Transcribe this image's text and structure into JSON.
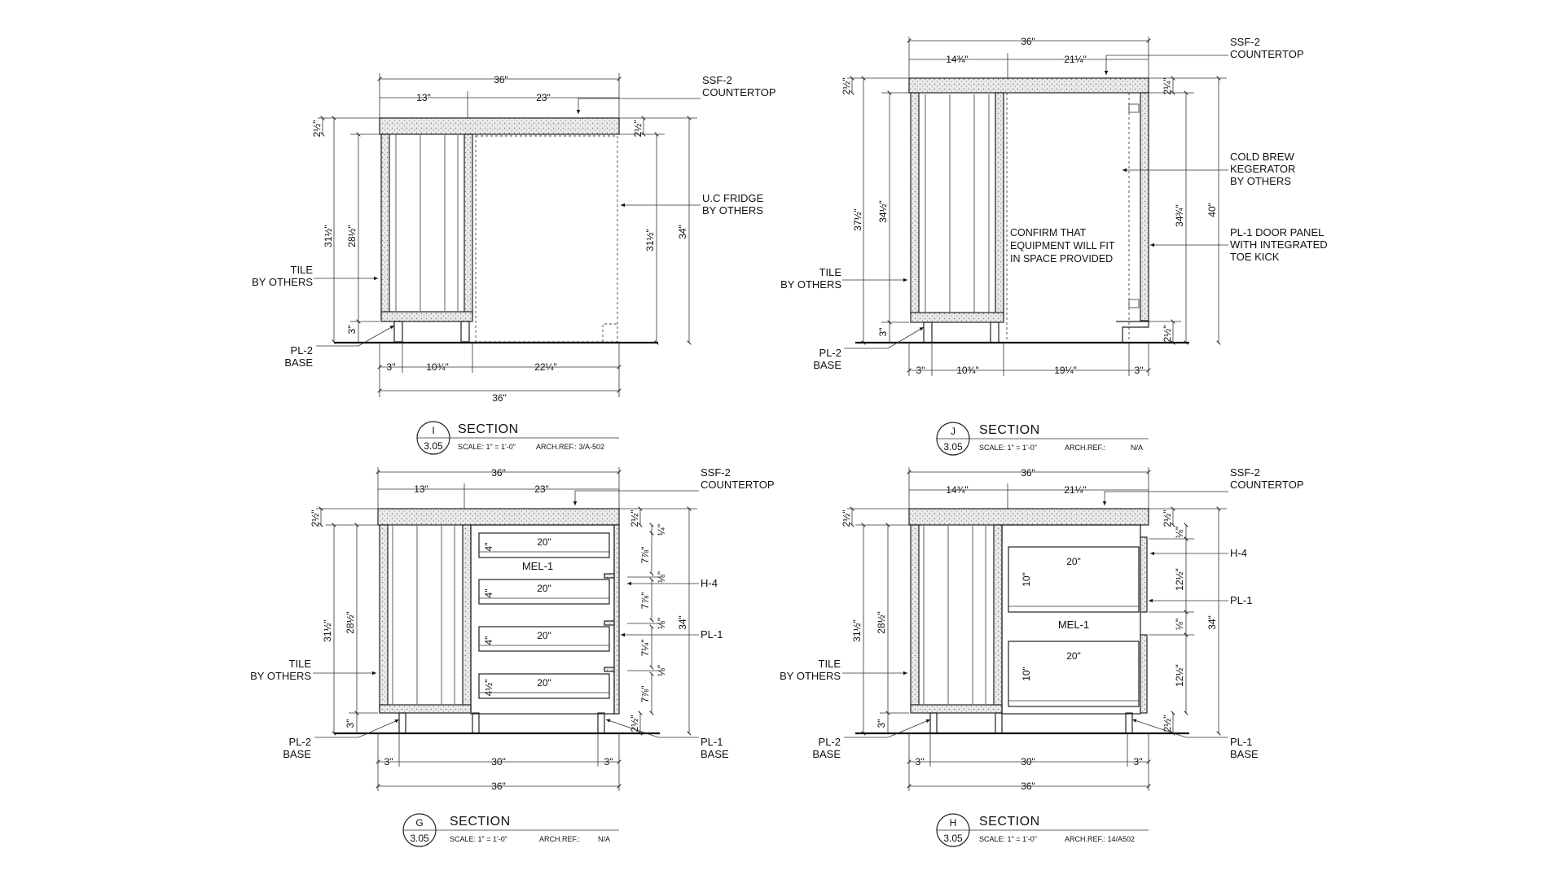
{
  "sections": [
    {
      "bubble_letter": "I",
      "bubble_sheet": "3.05",
      "title": "SECTION",
      "scale": "SCALE: 1\" = 1'-0\"",
      "arch_ref": "ARCH.REF.: 3/A-502",
      "top_dims": [
        "36\"",
        "13\"",
        "23\""
      ],
      "height_dims": [
        "2½\"",
        "31½\"",
        "28½\"",
        "3\"",
        "2½\"",
        "31½\"",
        "34\""
      ],
      "bottom_dims": [
        "3\"",
        "10¾\"",
        "22¼\"",
        "36\""
      ],
      "labels": [
        "SSF-2",
        "COUNTERTOP",
        "U.C FRIDGE",
        "BY OTHERS",
        "TILE",
        "BY OTHERS",
        "PL-2",
        "BASE"
      ]
    },
    {
      "bubble_letter": "J",
      "bubble_sheet": "3.05",
      "title": "SECTION",
      "scale": "SCALE: 1\" = 1'-0\"",
      "arch_ref": "ARCH.REF.:",
      "arch_ref_value": "N/A",
      "top_dims": [
        "36\"",
        "14¾\"",
        "21¼\""
      ],
      "height_dims": [
        "2½\"",
        "37½\"",
        "34½\"",
        "3\"",
        "2¼\"",
        "34¾\"",
        "40\"",
        "2½\""
      ],
      "bottom_dims": [
        "3\"",
        "10¾\"",
        "19¼\"",
        "3\""
      ],
      "labels": [
        "SSF-2",
        "COUNTERTOP",
        "COLD BREW",
        "KEGERATOR",
        "BY OTHERS",
        "PL-1 DOOR PANEL",
        "WITH INTEGRATED",
        "TOE KICK",
        "TILE",
        "BY OTHERS",
        "PL-2",
        "BASE"
      ],
      "center_note": [
        "CONFIRM THAT",
        "EQUIPMENT WILL FIT",
        "IN SPACE PROVIDED"
      ]
    },
    {
      "bubble_letter": "G",
      "bubble_sheet": "3.05",
      "title": "SECTION",
      "scale": "SCALE: 1\" = 1'-0\"",
      "arch_ref": "ARCH.REF.:",
      "arch_ref_value": "N/A",
      "top_dims": [
        "36\"",
        "13\"",
        "23\""
      ],
      "height_dims": [
        "2½\"",
        "31½\"",
        "28½\"",
        "3\"",
        "2½\"",
        "¼\"",
        "7⅞\"",
        "⅛\"",
        "7⅞\"",
        "⅛\"",
        "7¼\"",
        "⅛\"",
        "7⅞\"",
        "2½\"",
        "34\""
      ],
      "drawer_dims": [
        "20\"",
        "20\"",
        "20\"",
        "20\"",
        "4\"",
        "4\"",
        "4\"",
        "4½\""
      ],
      "bottom_dims": [
        "3\"",
        "30\"",
        "3\"",
        "36\""
      ],
      "labels": [
        "SSF-2",
        "COUNTERTOP",
        "MEL-1",
        "H-4",
        "PL-1",
        "TILE",
        "BY OTHERS",
        "PL-2",
        "BASE",
        "PL-1",
        "BASE"
      ]
    },
    {
      "bubble_letter": "H",
      "bubble_sheet": "3.05",
      "title": "SECTION",
      "scale": "SCALE: 1\" = 1'-0\"",
      "arch_ref": "ARCH.REF.: 14/A502",
      "top_dims": [
        "36\"",
        "14¾\"",
        "21¼\""
      ],
      "height_dims": [
        "2½\"",
        "31½\"",
        "28½\"",
        "3\"",
        "2½\"",
        "⅛\"",
        "12½\"",
        "⅛\"",
        "12½\"",
        "2½\"",
        "34\""
      ],
      "drawer_dims": [
        "20\"",
        "20\"",
        "10\"",
        "10\""
      ],
      "bottom_dims": [
        "3\"",
        "30\"",
        "3\"",
        "36\""
      ],
      "labels": [
        "SSF-2",
        "COUNTERTOP",
        "H-4",
        "PL-1",
        "MEL-1",
        "TILE",
        "BY OTHERS",
        "PL-2",
        "BASE",
        "PL-1",
        "BASE"
      ]
    }
  ]
}
